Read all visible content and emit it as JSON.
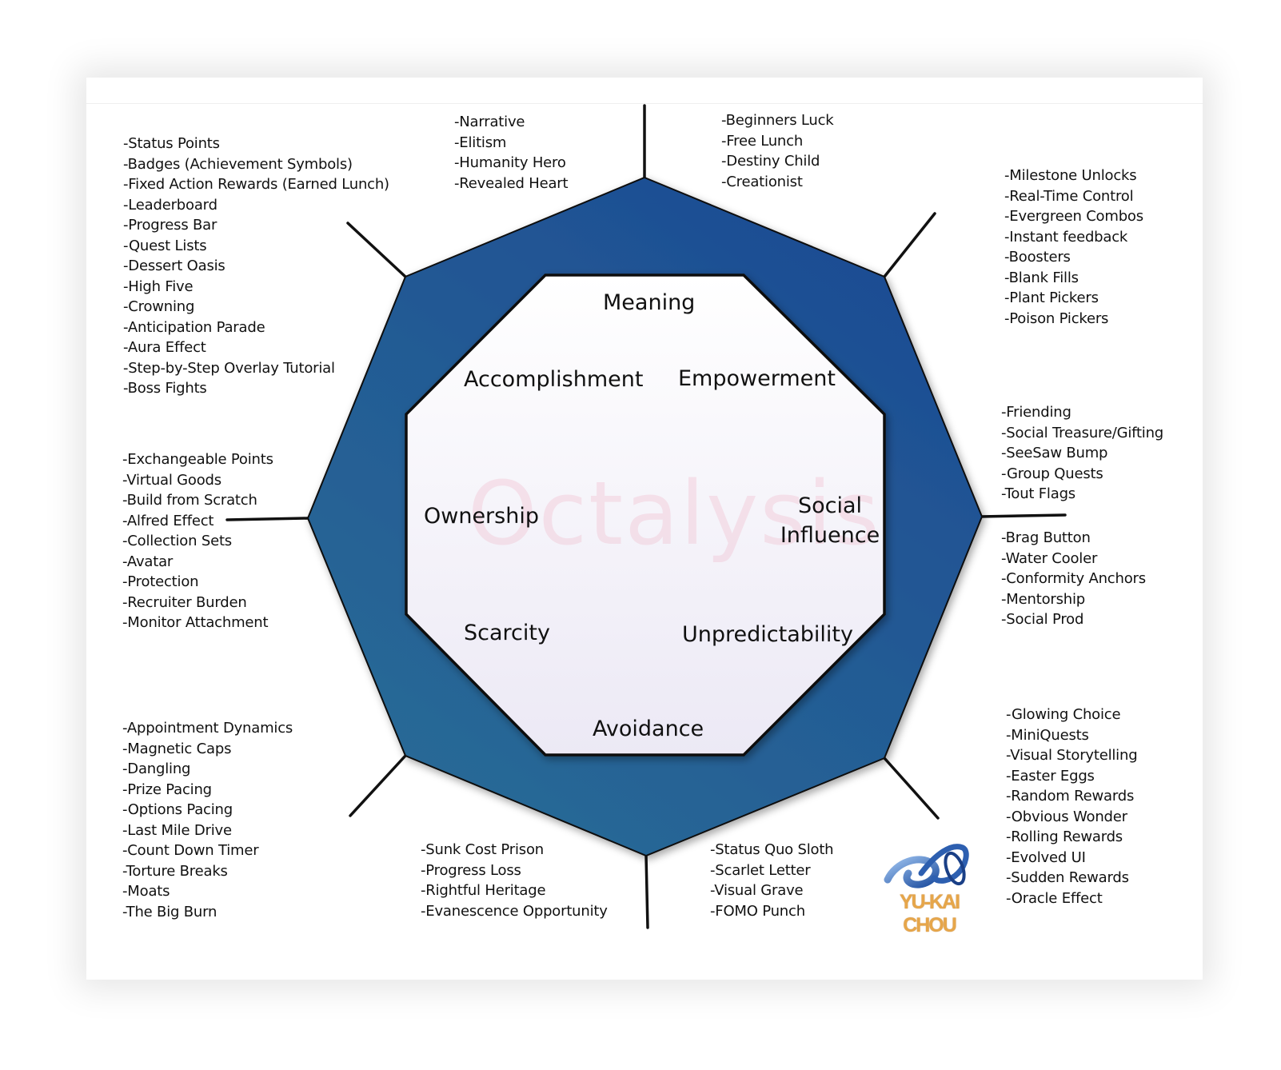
{
  "watermark": "Octalysis",
  "logo_text": "YU-KAI CHOU",
  "colors": {
    "outer_octagon_top": "#1c4a93",
    "outer_octagon_bottom": "#2a6c96",
    "inner_octagon": "#f3f2f8",
    "connector_lines": "#111111"
  },
  "drives": {
    "meaning": "Meaning",
    "empowerment": "Empowerment",
    "social_influence_line1": "Social",
    "social_influence_line2": "Influence",
    "unpredictability": "Unpredictability",
    "avoidance": "Avoidance",
    "scarcity": "Scarcity",
    "ownership": "Ownership",
    "accomplishment": "Accomplishment"
  },
  "lists": {
    "meaning_left": [
      "-Narrative",
      "-Elitism",
      "-Humanity Hero",
      "-Revealed Heart"
    ],
    "meaning_right": [
      "-Beginners Luck",
      "-Free Lunch",
      "-Destiny Child",
      "-Creationist"
    ],
    "empowerment": [
      "-Milestone Unlocks",
      "-Real-Time Control",
      "-Evergreen Combos",
      "-Instant feedback",
      "-Boosters",
      "-Blank Fills",
      "-Plant Pickers",
      "-Poison Pickers"
    ],
    "social_top": [
      "-Friending",
      "-Social Treasure/Gifting",
      "-SeeSaw Bump",
      "-Group Quests",
      "-Tout Flags"
    ],
    "social_bottom": [
      "-Brag Button",
      "-Water Cooler",
      "-Conformity Anchors",
      "-Mentorship",
      "-Social Prod"
    ],
    "unpredictability": [
      "-Glowing Choice",
      "-MiniQuests",
      "-Visual Storytelling",
      "-Easter Eggs",
      "-Random Rewards",
      "-Obvious Wonder",
      "-Rolling Rewards",
      "-Evolved UI",
      "-Sudden Rewards",
      "-Oracle Effect"
    ],
    "avoidance_right": [
      "-Status Quo Sloth",
      "-Scarlet Letter",
      "-Visual Grave",
      "-FOMO Punch"
    ],
    "avoidance_left": [
      "-Sunk Cost Prison",
      "-Progress Loss",
      "-Rightful Heritage",
      "-Evanescence Opportunity"
    ],
    "scarcity": [
      "-Appointment Dynamics",
      "-Magnetic Caps",
      "-Dangling",
      "-Prize Pacing",
      "-Options Pacing",
      "-Last Mile Drive",
      "-Count Down Timer",
      "-Torture Breaks",
      "-Moats",
      "-The Big Burn"
    ],
    "ownership": [
      "-Exchangeable Points",
      "-Virtual Goods",
      "-Build from Scratch",
      "-Alfred Effect",
      "-Collection Sets",
      "-Avatar",
      "-Protection",
      "-Recruiter Burden",
      "-Monitor Attachment"
    ],
    "accomplishment": [
      "-Status Points",
      "-Badges (Achievement Symbols)",
      "-Fixed Action Rewards (Earned Lunch)",
      "-Leaderboard",
      "-Progress Bar",
      "-Quest Lists",
      "-Dessert Oasis",
      "-High Five",
      "-Crowning",
      "-Anticipation Parade",
      "-Aura Effect",
      "-Step-by-Step Overlay Tutorial",
      "-Boss Fights"
    ]
  }
}
